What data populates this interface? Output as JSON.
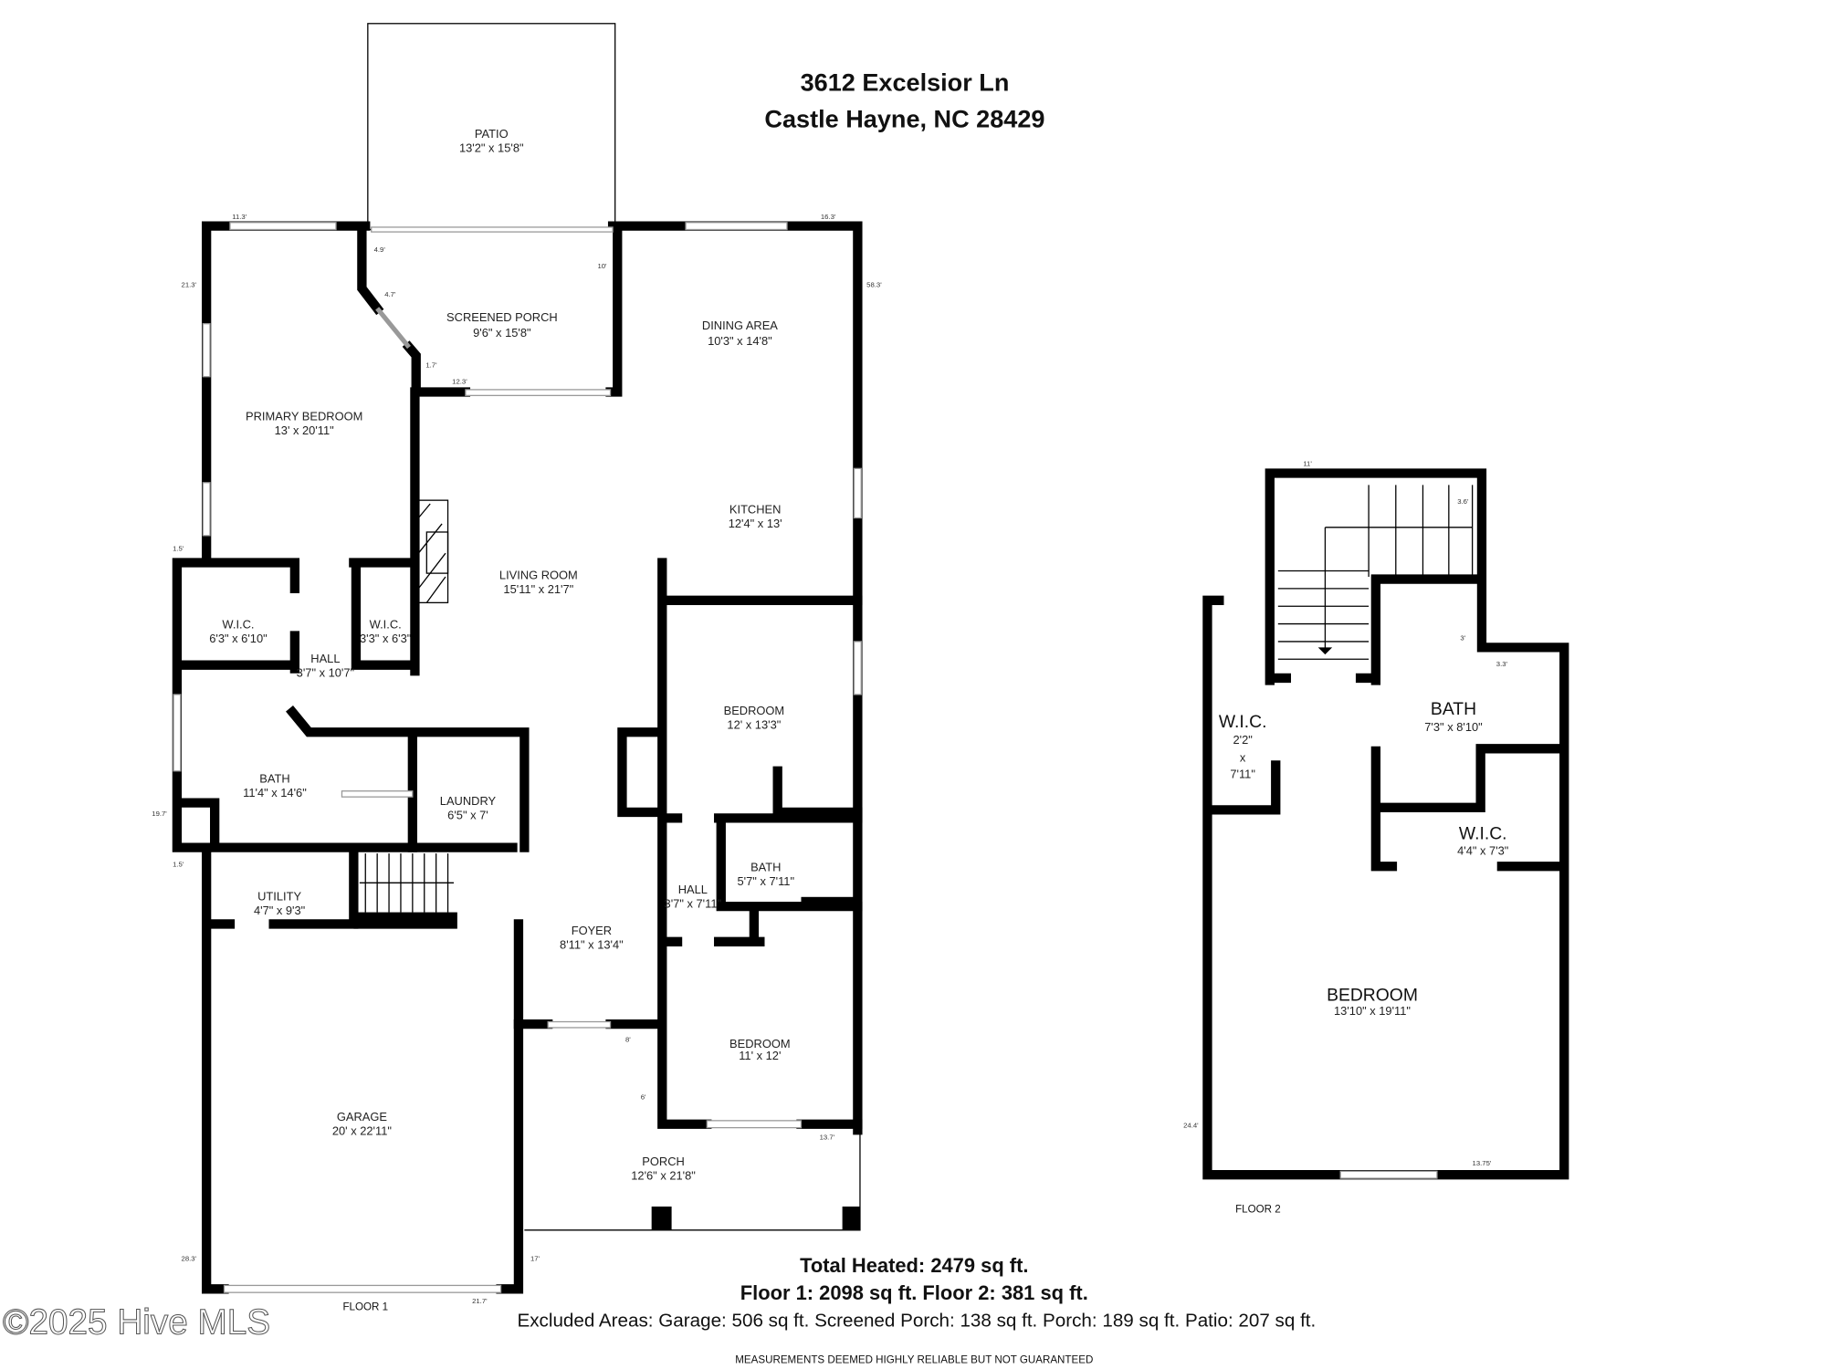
{
  "header": {
    "address_line1": "3612 Excelsior Ln",
    "address_line2": "Castle Hayne, NC 28429"
  },
  "floor1": {
    "label": "FLOOR 1",
    "rooms": [
      {
        "name": "PATIO",
        "dims": "13'2\" x 15'8\""
      },
      {
        "name": "SCREENED PORCH",
        "dims": "9'6\" x 15'8\""
      },
      {
        "name": "DINING AREA",
        "dims": "10'3\" x 14'8\""
      },
      {
        "name": "PRIMARY BEDROOM",
        "dims": "13' x 20'11\""
      },
      {
        "name": "KITCHEN",
        "dims": "12'4\" x 13'"
      },
      {
        "name": "LIVING ROOM",
        "dims": "15'11\" x 21'7\""
      },
      {
        "name": "W.I.C.",
        "dims": "6'3\" x 6'10\""
      },
      {
        "name": "W.I.C.",
        "dims": "3'3\" x 6'3\""
      },
      {
        "name": "HALL",
        "dims": "3'7\" x 10'7\""
      },
      {
        "name": "BEDROOM",
        "dims": "12' x 13'3\""
      },
      {
        "name": "BATH",
        "dims": "11'4\" x 14'6\""
      },
      {
        "name": "LAUNDRY",
        "dims": "6'5\" x 7'"
      },
      {
        "name": "BATH",
        "dims": "5'7\" x 7'11\""
      },
      {
        "name": "UTILITY",
        "dims": "4'7\" x 9'3\""
      },
      {
        "name": "HALL",
        "dims": "3'7\" x 7'11\""
      },
      {
        "name": "FOYER",
        "dims": "8'11\" x 13'4\""
      },
      {
        "name": "BEDROOM",
        "dims": "11' x 12'"
      },
      {
        "name": "GARAGE",
        "dims": "20' x 22'11\""
      },
      {
        "name": "PORCH",
        "dims": "12'6\" x 21'8\""
      }
    ],
    "measurements": [
      "11.3'",
      "16.3'",
      "21.3'",
      "58.3'",
      "4.9'",
      "4.7'",
      "10'",
      "1.7'",
      "12.3'",
      "1.5'",
      "19.7'",
      "1.5'",
      "8'",
      "6'",
      "13.7'",
      "28.3'",
      "17'",
      "21.7'"
    ]
  },
  "floor2": {
    "label": "FLOOR 2",
    "rooms": [
      {
        "name": "W.I.C.",
        "dims_line1": "2'2\"",
        "dims_line2": "x",
        "dims_line3": "7'11\""
      },
      {
        "name": "BATH",
        "dims": "7'3\" x 8'10\""
      },
      {
        "name": "W.I.C.",
        "dims": "4'4\" x 7'3\""
      },
      {
        "name": "BEDROOM",
        "dims": "13'10\" x 19'11\""
      }
    ],
    "measurements": [
      "11'",
      "3.6'",
      "3'",
      "3.3'",
      "24.4'",
      "13.75'"
    ]
  },
  "summary": {
    "total_heated": "Total Heated: 2479 sq ft.",
    "floors": "Floor 1: 2098 sq ft. Floor 2: 381 sq ft.",
    "excluded": "Excluded Areas: Garage: 506 sq ft. Screened Porch: 138 sq ft. Porch: 189 sq ft. Patio: 207 sq ft.",
    "disclaimer": "MEASUREMENTS DEEMED HIGHLY RELIABLE BUT NOT GUARANTEED"
  },
  "watermark": "©2025 Hive MLS"
}
